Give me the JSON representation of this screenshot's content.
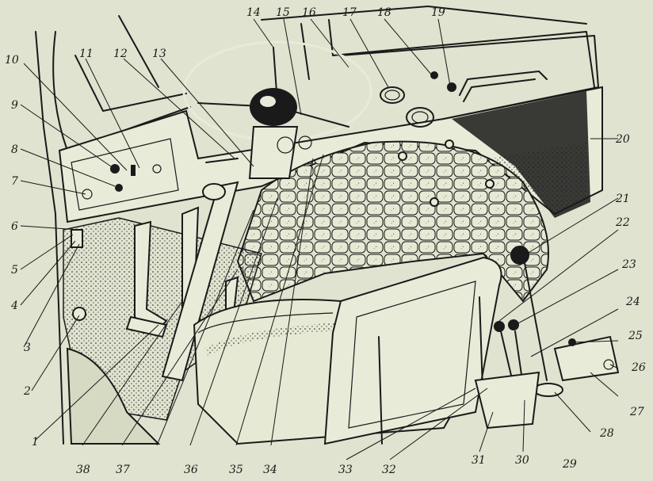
{
  "diagram": {
    "labels": [
      "1",
      "2",
      "3",
      "4",
      "5",
      "6",
      "7",
      "8",
      "9",
      "10",
      "11",
      "12",
      "13",
      "14",
      "15",
      "16",
      "17",
      "18",
      "19",
      "20",
      "21",
      "22",
      "23",
      "24",
      "25",
      "26",
      "27",
      "28",
      "29",
      "30",
      "31",
      "32",
      "33",
      "34",
      "35",
      "36",
      "37",
      "38"
    ]
  },
  "colors": {
    "background": "#dfe3cf",
    "ink": "#1a1a1a",
    "paper": "#e8ebd8"
  }
}
